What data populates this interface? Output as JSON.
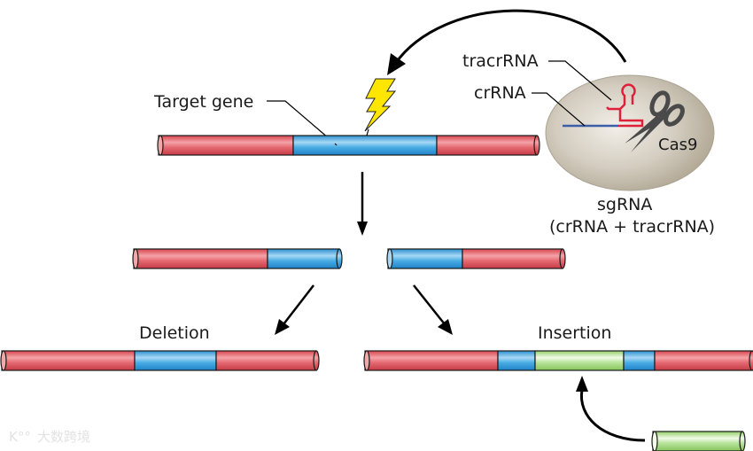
{
  "title": "CRISPR-Cas9 genome editing: deletion and insertion",
  "colors": {
    "flank_red": "#e0505a",
    "target_blue": "#3aa0dc",
    "insert_green": "#a9dc86",
    "cas9_ellipse": "#c9c1b2",
    "tracrRNA": "#e0203a",
    "crRNA": "#3a5ea8",
    "scissors": "#4a4a4a",
    "lightning": "#ffe600",
    "arrow": "#000000"
  },
  "labels": {
    "target_gene": "Target gene",
    "tracrRNA": "tracrRNA",
    "crRNA": "crRNA",
    "cas9": "Cas9",
    "sgRNA": "sgRNA",
    "sgRNA_detail": "(crRNA + tracrRNA)",
    "deletion": "Deletion",
    "insertion": "Insertion"
  },
  "tubes": {
    "original": [
      "flank",
      "target",
      "flank"
    ],
    "cut_left": [
      "flank",
      "target"
    ],
    "cut_right": [
      "target",
      "flank"
    ],
    "deletion": [
      "flank",
      "target",
      "flank"
    ],
    "insertion": [
      "flank",
      "target",
      "insert",
      "target",
      "flank"
    ],
    "donor": [
      "insert"
    ]
  },
  "watermark": "大数跨境"
}
